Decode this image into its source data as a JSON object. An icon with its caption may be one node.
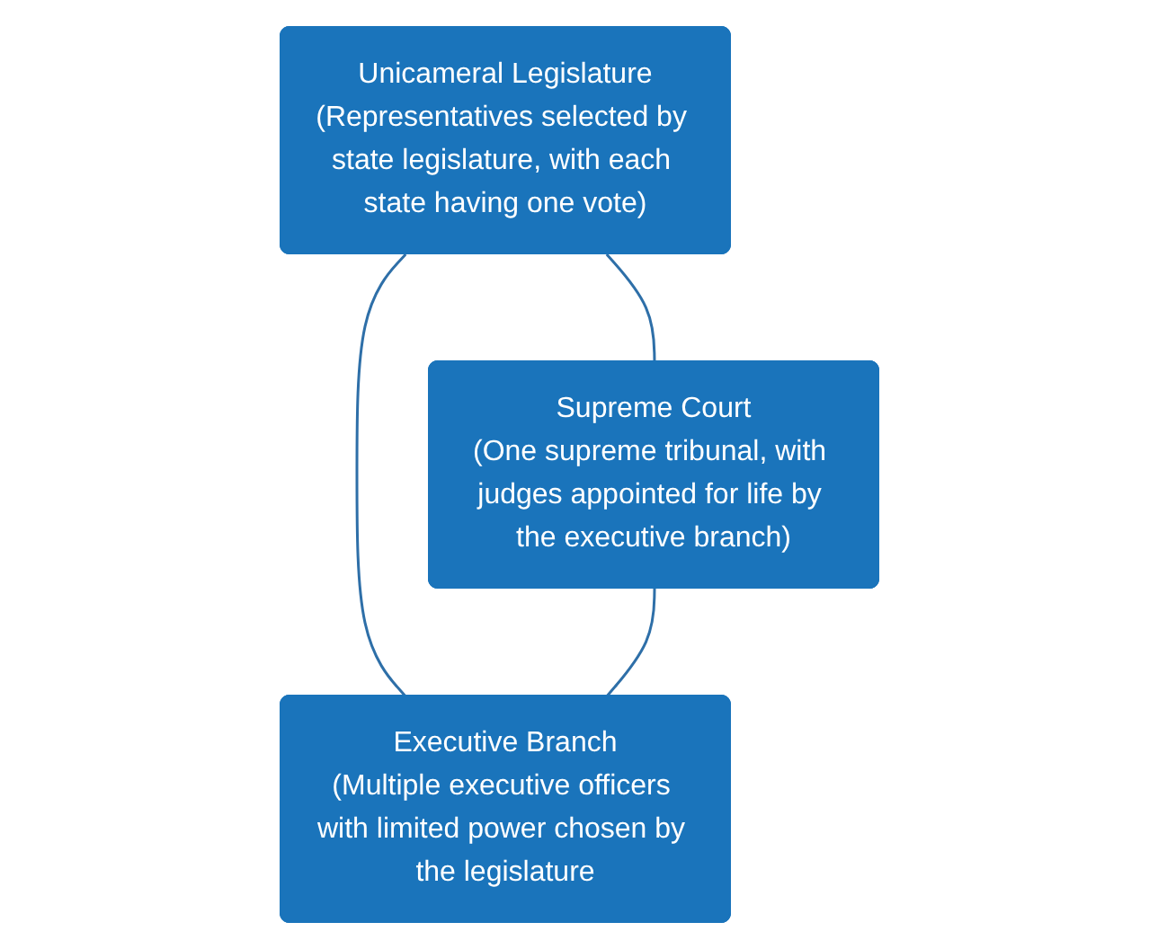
{
  "diagram": {
    "nodes": [
      {
        "text": [
          "Unicameral Legislature",
          "(Representatives selected by state legislature, with each state having one vote)"
        ]
      },
      {
        "text": [
          "Supreme Court",
          "(One supreme tribunal, with judges appointed for life by the executive branch)"
        ]
      },
      {
        "text": [
          "Executive Branch",
          "(Multiple executive officers with limited power chosen by the legislature"
        ]
      }
    ],
    "edges": [
      {
        "from": 0,
        "to": 1,
        "arrow": "none"
      },
      {
        "from": 0,
        "to": 2,
        "arrow": "none"
      },
      {
        "from": 1,
        "to": 2,
        "arrow": "none"
      }
    ]
  }
}
